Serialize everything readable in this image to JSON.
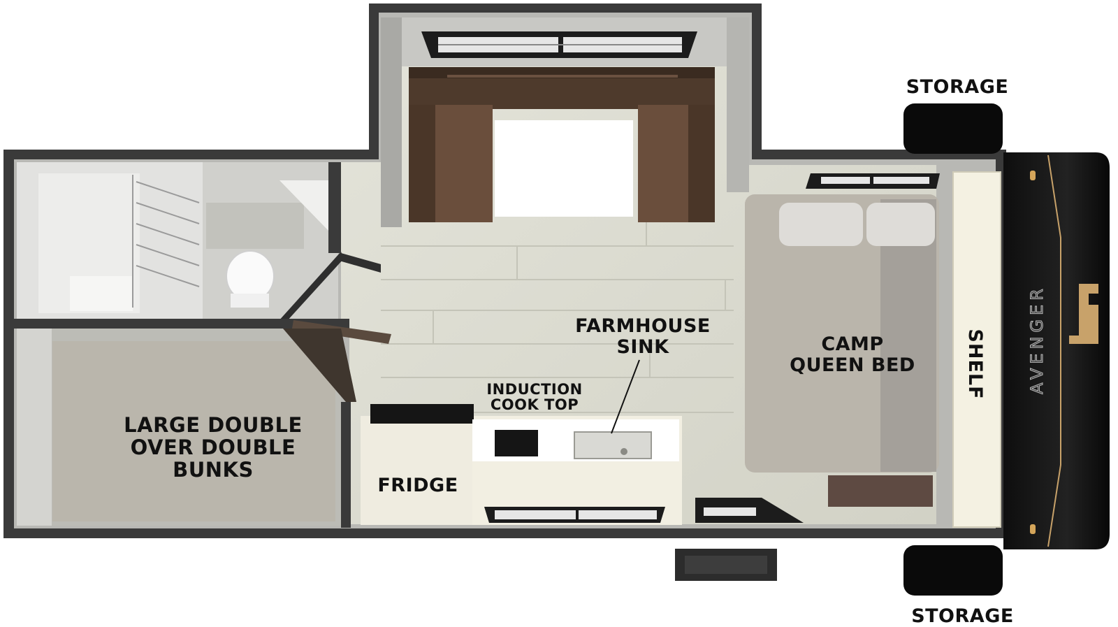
{
  "labels": {
    "storage_top": "STORAGE",
    "storage_bottom": "STORAGE",
    "farmhouse_sink": [
      "FARMHOUSE",
      "SINK"
    ],
    "camp_queen_bed": [
      "CAMP",
      "QUEEN BED"
    ],
    "shelf": "SHELF",
    "induction_cook_top": [
      "INDUCTION",
      "COOK TOP"
    ],
    "bunks": [
      "LARGE DOUBLE",
      "OVER DOUBLE",
      "BUNKS"
    ],
    "fridge": "FRIDGE"
  },
  "brand": {
    "wordmark": "AVENGER"
  },
  "colors": {
    "wall": "#3a3a3a",
    "floor": "#dcdcd2",
    "sofa": "#5a4334",
    "bed": "#bcb8ae",
    "counter": "#f2efe2",
    "frontcap": "#161616",
    "accent_gold": "#c8a26a"
  }
}
